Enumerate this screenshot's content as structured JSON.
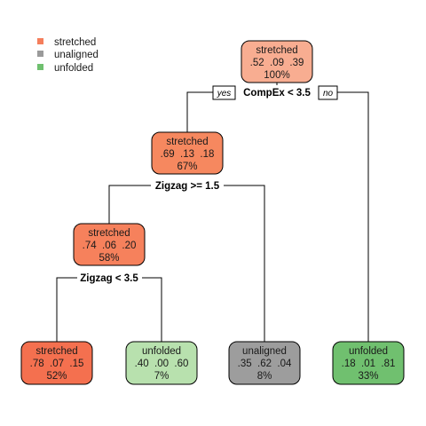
{
  "legend": {
    "items": [
      {
        "label": "stretched",
        "color": "#F57E5C"
      },
      {
        "label": "unaligned",
        "color": "#9A9A9A"
      },
      {
        "label": "unfolded",
        "color": "#6FC06F"
      }
    ]
  },
  "branch_labels": {
    "yes": "yes",
    "no": "no"
  },
  "nodes": [
    {
      "id": "root",
      "class_label": "stretched",
      "probs": ".52  .09  .39",
      "percent": "100%",
      "fill": "#F8AD91"
    },
    {
      "id": "n2",
      "class_label": "stretched",
      "probs": ".69  .13  .18",
      "percent": "67%",
      "fill": "#F6885F"
    },
    {
      "id": "n4",
      "class_label": "stretched",
      "probs": ".74  .06  .20",
      "percent": "58%",
      "fill": "#F6815C"
    },
    {
      "id": "leaf1",
      "class_label": "stretched",
      "probs": ".78  .07  .15",
      "percent": "52%",
      "fill": "#F4704F"
    },
    {
      "id": "leaf2",
      "class_label": "unfolded",
      "probs": ".40  .00  .60",
      "percent": "7%",
      "fill": "#B8E1AE"
    },
    {
      "id": "leaf3",
      "class_label": "unaligned",
      "probs": ".35  .62  .04",
      "percent": "8%",
      "fill": "#9D9D9D"
    },
    {
      "id": "leaf4",
      "class_label": "unfolded",
      "probs": ".18  .01  .81",
      "percent": "33%",
      "fill": "#70C06F"
    }
  ],
  "splits": [
    {
      "id": "s_root",
      "text": "CompEx < 3.5"
    },
    {
      "id": "s_n2",
      "text": "Zigzag >= 1.5"
    },
    {
      "id": "s_n4",
      "text": "Zigzag < 3.5"
    }
  ]
}
